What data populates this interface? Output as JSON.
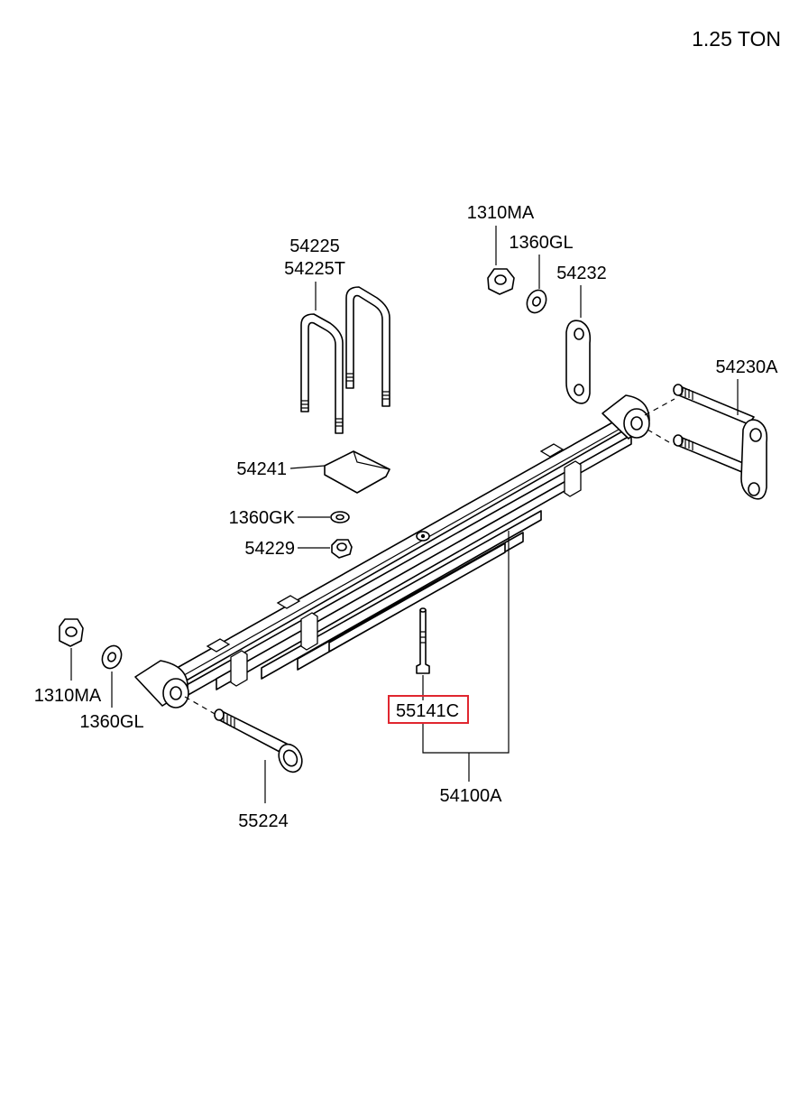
{
  "title": "1.25 TON",
  "highlight_color": "#e0262f",
  "labels": {
    "p1310ma_top": "1310MA",
    "p1360gl_top": "1360GL",
    "p54232": "54232",
    "p54230a": "54230A",
    "p54225": "54225",
    "p54225t": "54225T",
    "p54241": "54241",
    "p1360gk": "1360GK",
    "p54229": "54229",
    "p1310ma_left": "1310MA",
    "p1360gl_left": "1360GL",
    "p55141c": "55141C",
    "p55224": "55224",
    "p54100a": "54100A"
  }
}
